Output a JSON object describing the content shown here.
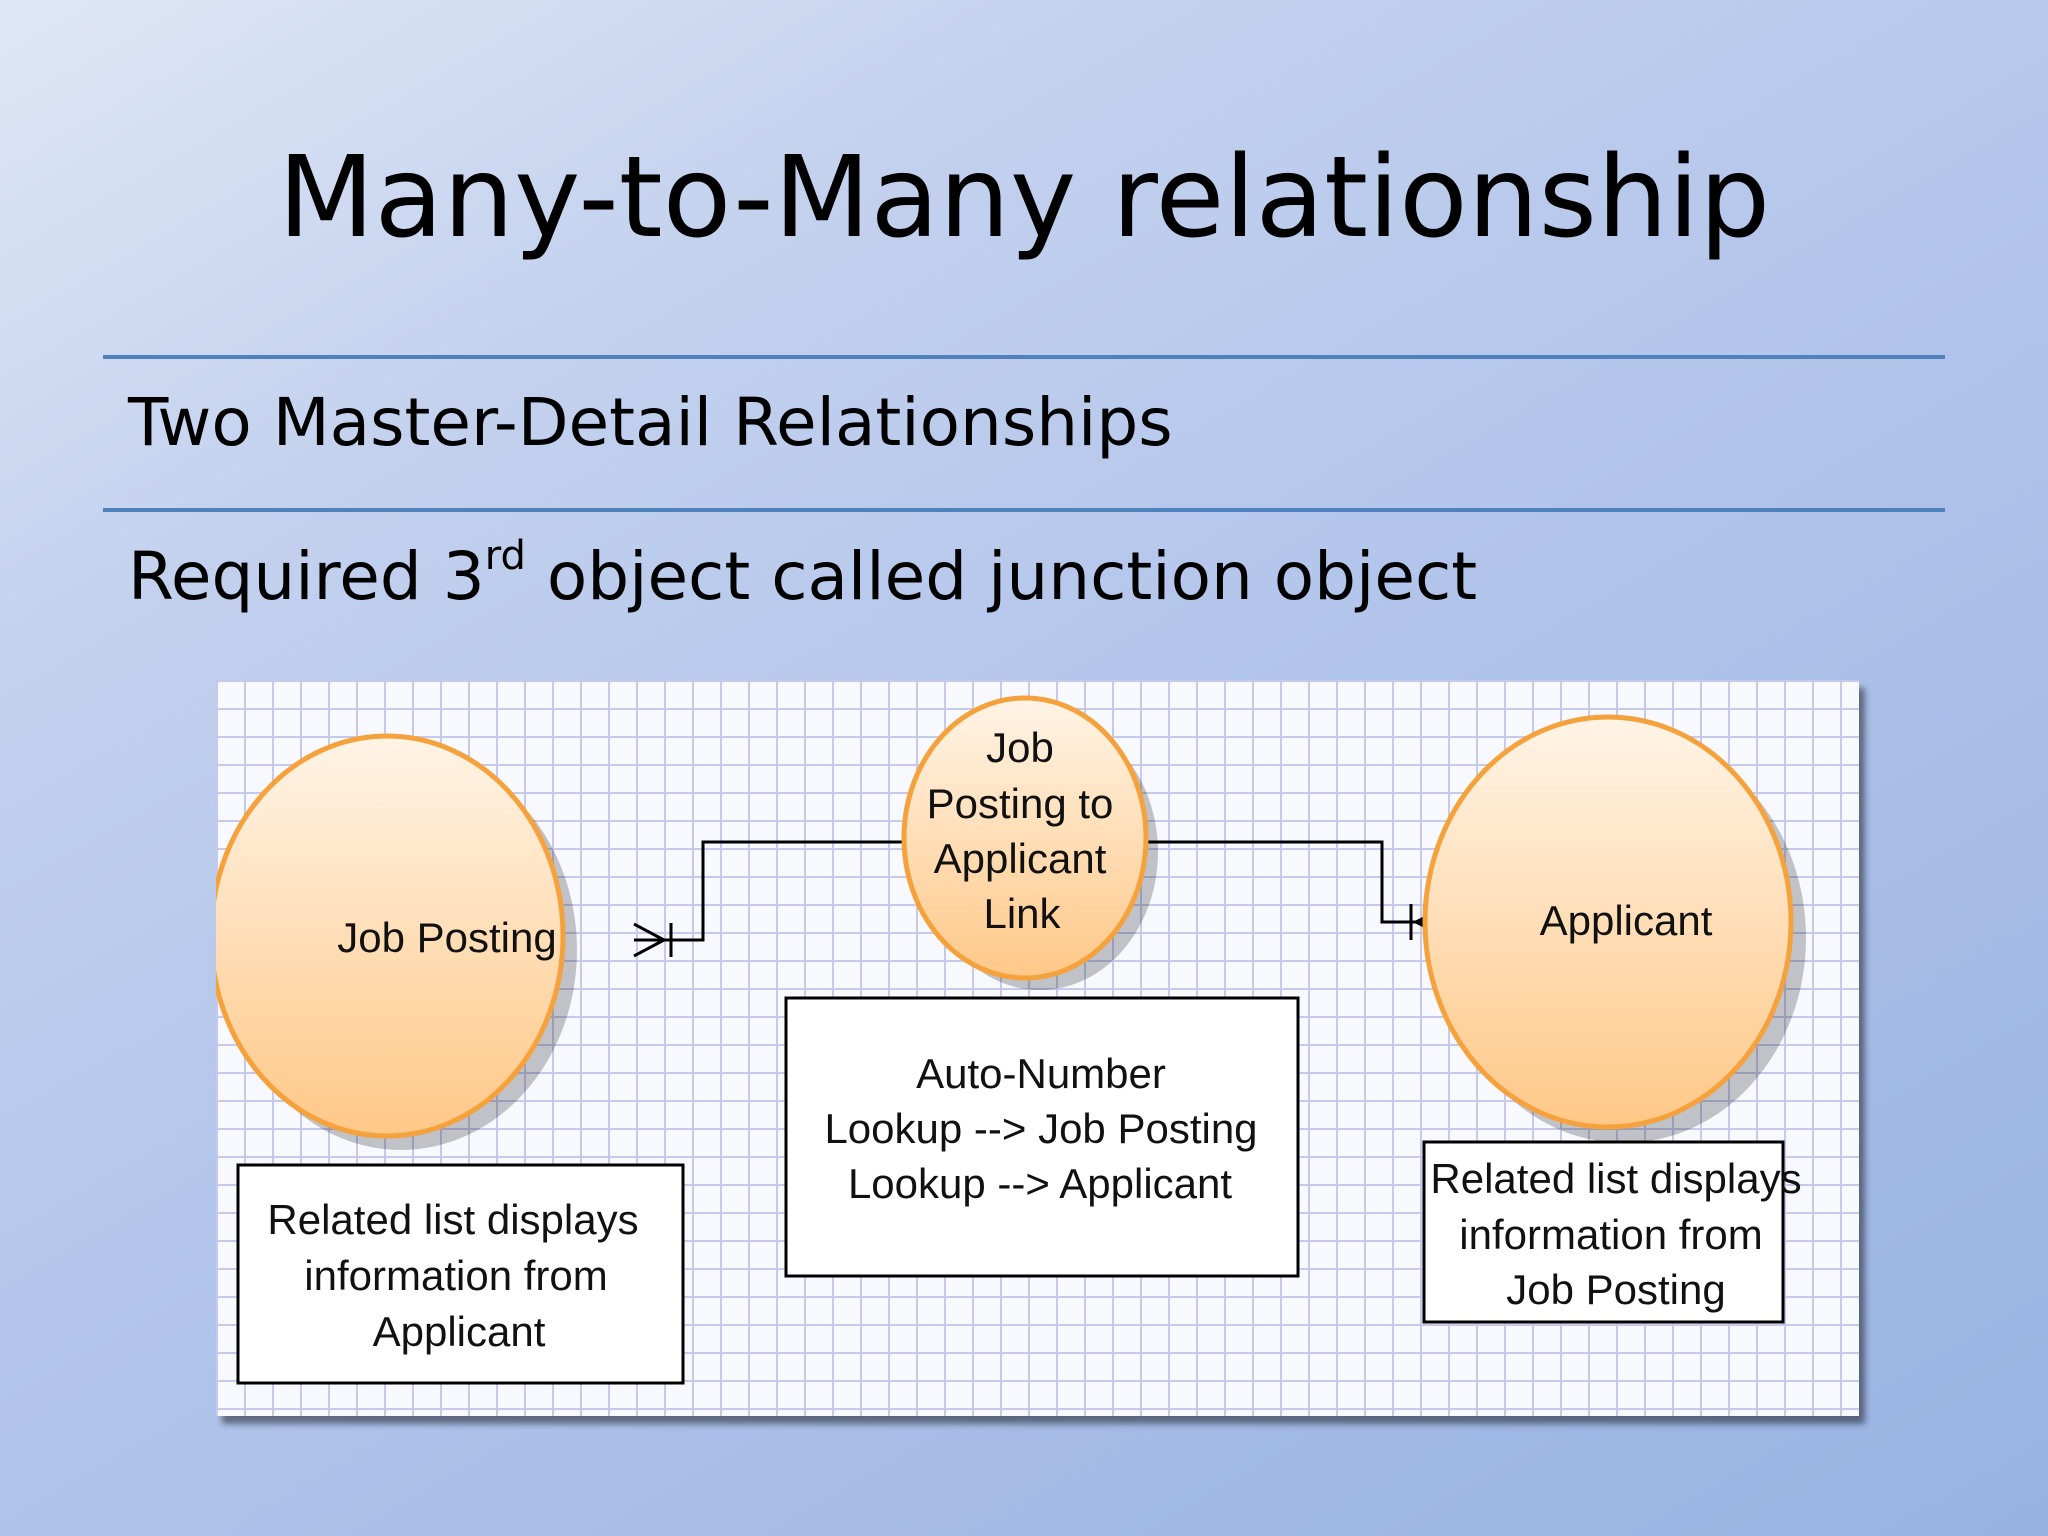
{
  "slide": {
    "title": "Many-to-Many relationship",
    "bullets": [
      {
        "text": "Two Master-Detail Relationships"
      },
      {
        "prefix": "Required 3",
        "superscript": "rd",
        "suffix": " object called junction object"
      }
    ]
  },
  "diagram": {
    "nodes": {
      "job_posting": {
        "label": "Job Posting"
      },
      "junction": {
        "lines": [
          "Job",
          "Posting to",
          "Applicant",
          "Link"
        ]
      },
      "applicant": {
        "label": "Applicant"
      }
    },
    "notes": {
      "left": [
        "Related list displays",
        "information from",
        "Applicant"
      ],
      "center": [
        "Auto-Number",
        "Lookup --> Job Posting",
        "Lookup --> Applicant"
      ],
      "right": [
        "Related list displays",
        "information from",
        "Job Posting"
      ]
    },
    "colors": {
      "node_fill_top": "#fff4e6",
      "node_fill_bottom": "#ffc888",
      "node_stroke": "#f5a13c",
      "grid_line": "#c6c9ea",
      "rule": "#4f81bd"
    }
  }
}
